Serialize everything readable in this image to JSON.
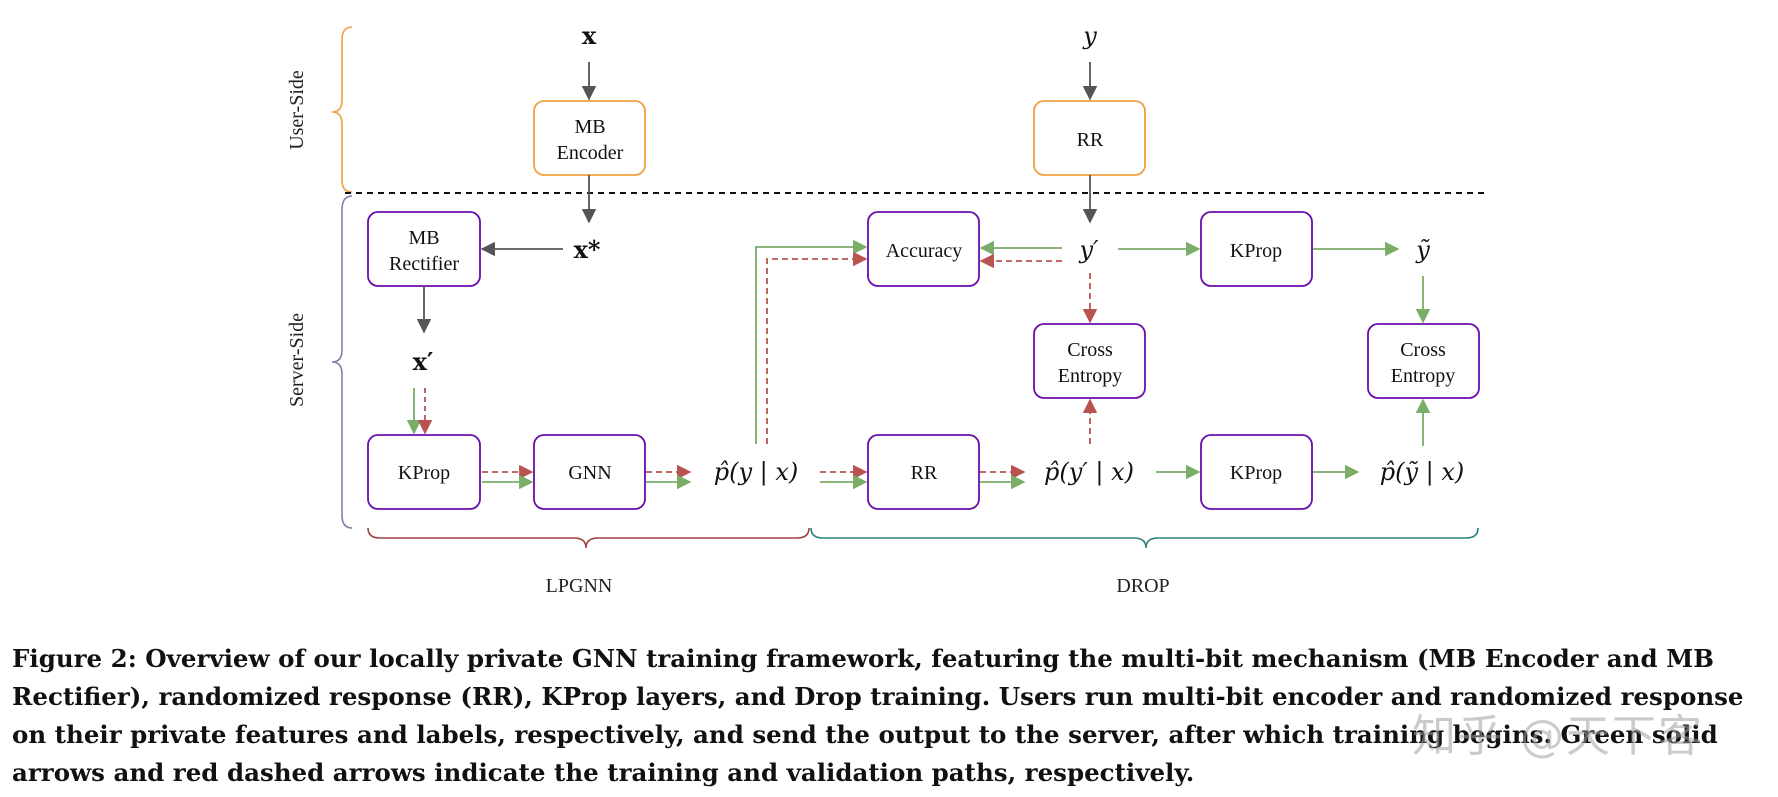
{
  "diagram": {
    "side_labels": {
      "user": "User-Side",
      "server": "Server-Side"
    },
    "group_labels": {
      "lpgnn": "LPGNN",
      "drop": "DROP"
    },
    "boxes": {
      "mb_encoder": [
        "MB",
        "Encoder"
      ],
      "rr_user": [
        "RR"
      ],
      "mb_rectifier": [
        "MB",
        "Rectifier"
      ],
      "accuracy": [
        "Accuracy"
      ],
      "kprop_top": [
        "KProp"
      ],
      "cross_entropy_mid": [
        "Cross",
        "Entropy"
      ],
      "cross_entropy_right": [
        "Cross",
        "Entropy"
      ],
      "kprop_left": [
        "KProp"
      ],
      "gnn": [
        "GNN"
      ],
      "rr_server": [
        "RR"
      ],
      "kprop_bottom": [
        "KProp"
      ]
    },
    "symbols": {
      "x": "x",
      "y": "y",
      "x_star": "x*",
      "x_prime": "x′",
      "y_prime": "y′",
      "y_tilde": "ỹ",
      "p_y_x": "p̂(y | x)",
      "p_yprime_x": "p̂(y′ | x)",
      "p_ytilde_x": "p̂(ỹ | x)"
    },
    "colors": {
      "user_side": "#f0a040",
      "server_box": "#6a0dad",
      "train_arrow": "#7aad68",
      "val_arrow": "#b85450",
      "neutral_arrow": "#555555",
      "lpgnn_brace": "#a04040",
      "drop_brace": "#2a8080",
      "server_brace": "#8a7aa8"
    }
  },
  "caption": "Figure 2: Overview of our locally private GNN training framework, featuring the multi-bit mechanism (MB Encoder and MB Rectifier), randomized response (RR), KProp layers, and Drop training. Users run multi-bit encoder and randomized response on their private features and labels, respectively, and send the output to the server, after which training begins. Green solid arrows and red dashed arrows indicate the training and validation paths, respectively.",
  "watermark": "知乎 @天下客"
}
